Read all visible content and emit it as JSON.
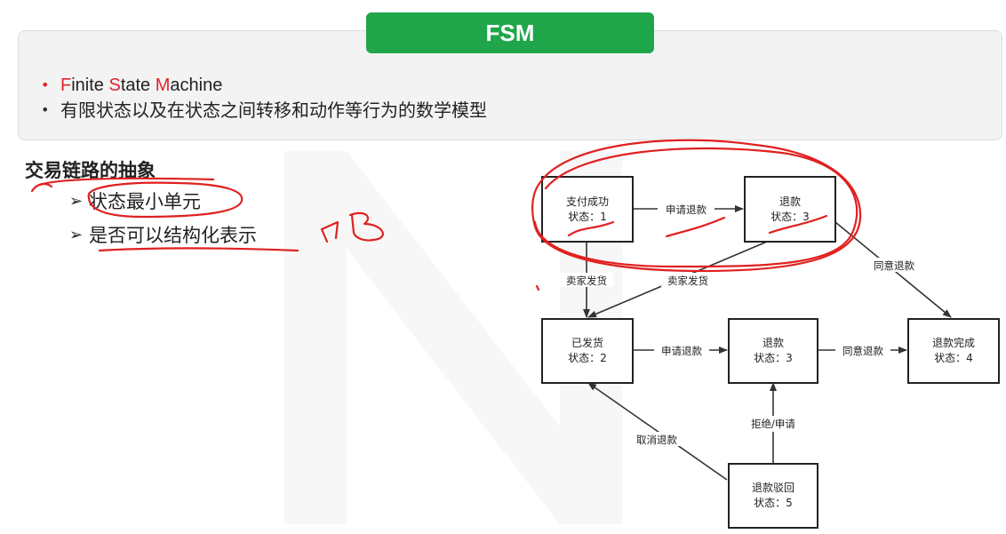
{
  "header": {
    "title": "FSM"
  },
  "info": {
    "line1": {
      "f": "F",
      "inite": "inite ",
      "s": "S",
      "tate": "tate ",
      "m": "M",
      "achine": "achine"
    },
    "line2": "有限状态以及在状态之间转移和动作等行为的数学模型"
  },
  "section": {
    "title": "交易链路的抽象",
    "items": [
      "状态最小单元",
      "是否可以结构化表示"
    ]
  },
  "diagram": {
    "states": [
      {
        "id": "s_pay",
        "name": "支付成功",
        "status": "状态：1"
      },
      {
        "id": "s_refund_top",
        "name": "退款",
        "status": "状态：3"
      },
      {
        "id": "s_shipped",
        "name": "已发货",
        "status": "状态：2"
      },
      {
        "id": "s_refund_mid",
        "name": "退款",
        "status": "状态：3"
      },
      {
        "id": "s_done",
        "name": "退款完成",
        "status": "状态：4"
      },
      {
        "id": "s_rejected",
        "name": "退款驳回",
        "status": "状态：5"
      }
    ],
    "edges": [
      {
        "id": "e1",
        "label": "申请退款"
      },
      {
        "id": "e2",
        "label": "卖家发货"
      },
      {
        "id": "e3",
        "label": "卖家发货"
      },
      {
        "id": "e4",
        "label": "同意退款"
      },
      {
        "id": "e5",
        "label": "申请退款"
      },
      {
        "id": "e6",
        "label": "同意退款"
      },
      {
        "id": "e7",
        "label": "拒绝/申请"
      },
      {
        "id": "e8",
        "label": "取消退款"
      }
    ]
  },
  "colors": {
    "accent_green": "#1fa64a",
    "highlight_red": "#e0242b",
    "annotation_red": "#e02020"
  }
}
